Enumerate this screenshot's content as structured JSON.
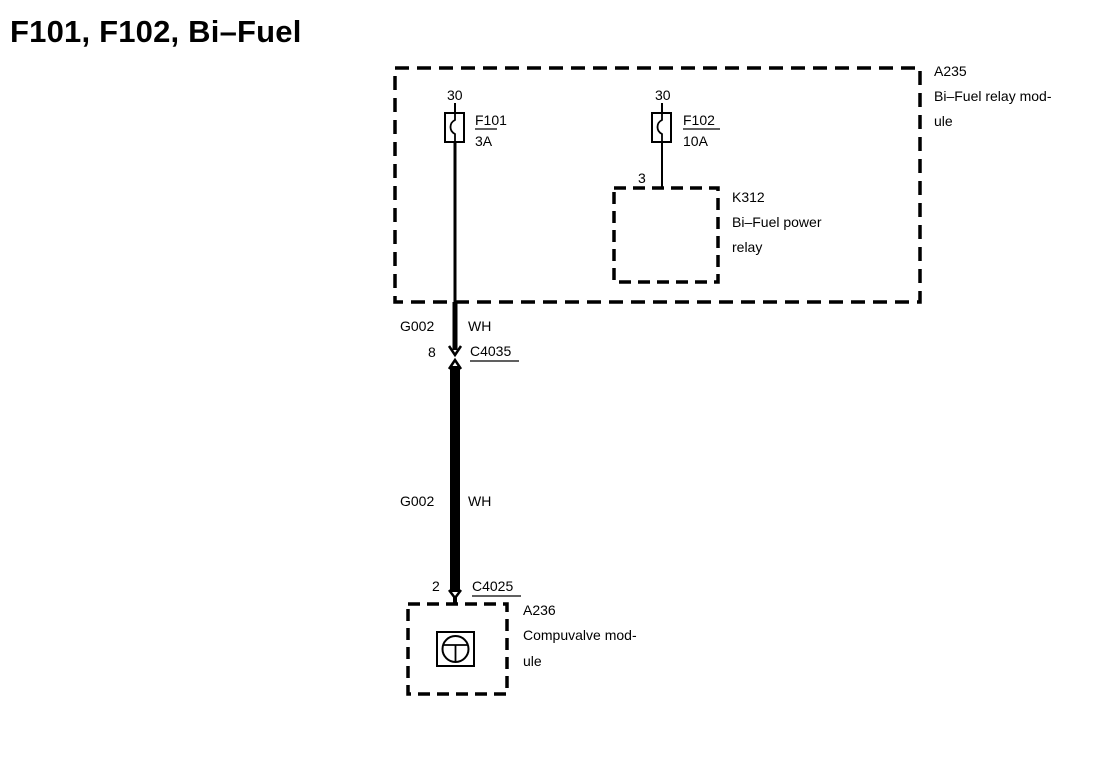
{
  "title": "F101, F102, Bi–Fuel",
  "modules": {
    "relay_module": {
      "id": "A235",
      "name_line1": "Bi–Fuel relay mod-",
      "name_line2": "ule"
    },
    "compuvalve_module": {
      "id": "A236",
      "name_line1": "Compuvalve mod-",
      "name_line2": "ule"
    }
  },
  "fuses": {
    "f101": {
      "terminal": "30",
      "id": "F101",
      "rating": "3A"
    },
    "f102": {
      "terminal": "30",
      "id": "F102",
      "rating": "10A"
    }
  },
  "relay": {
    "pin": "3",
    "id": "K312",
    "name_line1": "Bi–Fuel power",
    "name_line2": "relay"
  },
  "wires": {
    "upper": {
      "circuit": "G002",
      "color": "WH"
    },
    "lower": {
      "circuit": "G002",
      "color": "WH"
    }
  },
  "connectors": {
    "c4035": {
      "pin": "8",
      "id": "C4035"
    },
    "c4025": {
      "pin": "2",
      "id": "C4025"
    }
  }
}
